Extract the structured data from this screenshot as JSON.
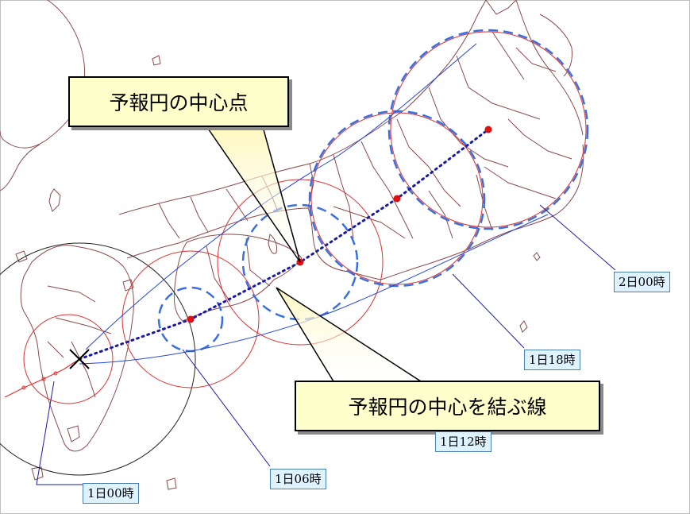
{
  "callouts": {
    "center_point": "予報円の中心点",
    "center_line": "予報円の中心を結ぶ線"
  },
  "times": [
    {
      "key": "t0",
      "label": "1日00時"
    },
    {
      "key": "t1",
      "label": "1日06時"
    },
    {
      "key": "t2",
      "label": "1日12時"
    },
    {
      "key": "t3",
      "label": "1日18時"
    },
    {
      "key": "t4",
      "label": "2日00時"
    }
  ],
  "colors": {
    "forecast_circle": "#e03030",
    "probability_circle": "#3a6fe0",
    "storm_warning_area": "#222222",
    "track_line": "#1a1aa8",
    "envelope": "#2244dd",
    "coastline": "#8b4a4a",
    "label_bg": "#dff3ff",
    "callout_bg": "#ffffcc"
  },
  "icons": {
    "current_position": "x-mark-icon",
    "forecast_center": "red-dot-icon"
  }
}
